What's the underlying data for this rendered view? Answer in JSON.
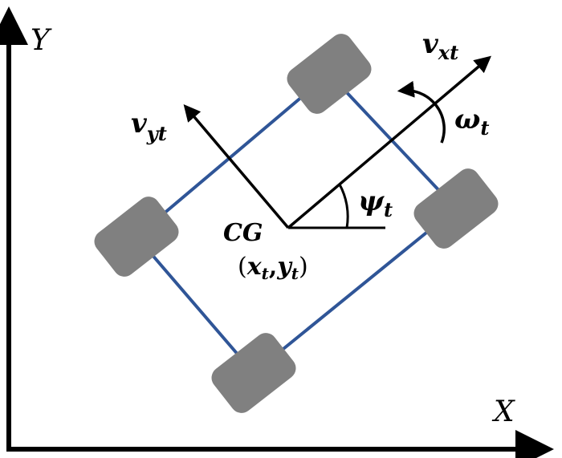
{
  "colors": {
    "wheel": "#808080",
    "frame": "#2F5597",
    "ink": "#000000",
    "background": "#FFFFFF"
  },
  "axes": {
    "x_label": "X",
    "y_label": "Y"
  },
  "vehicle": {
    "cg_label": "CG",
    "position_label": {
      "open": "(",
      "x": "x",
      "x_sub": "t",
      "sep": ",",
      "y": "y",
      "y_sub": "t",
      "close": ")"
    },
    "longitudinal_velocity": {
      "symbol": "v",
      "sub": "xt"
    },
    "lateral_velocity": {
      "symbol": "v",
      "sub": "yt"
    },
    "yaw_rate": {
      "symbol": "ω",
      "sub": "t"
    },
    "heading_angle": {
      "symbol": "ψ",
      "sub": "t"
    },
    "wheels": [
      "front-left",
      "front-right",
      "rear-right",
      "rear-left"
    ]
  }
}
